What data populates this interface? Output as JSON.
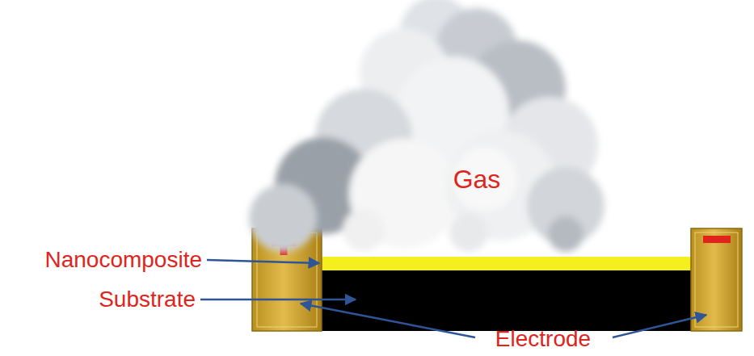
{
  "diagram": {
    "nodes": [
      {
        "text": [
          "Gas"
        ]
      }
    ],
    "labels": [
      "Nanocomposite",
      "Substrate",
      "Electrode"
    ]
  }
}
